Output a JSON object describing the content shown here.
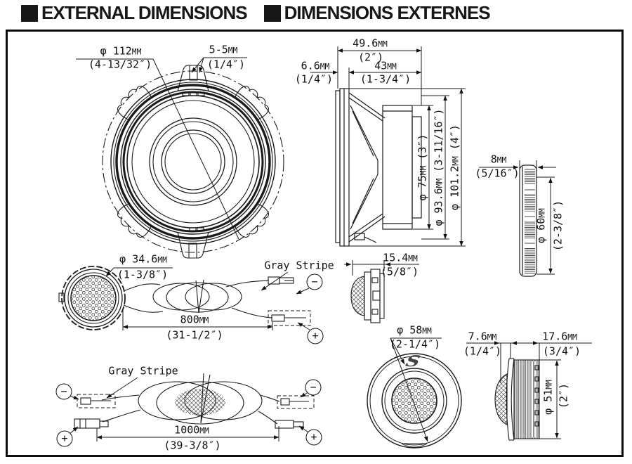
{
  "colors": {
    "line": "#1a1a1a",
    "background": "#ffffff"
  },
  "header": {
    "title_en": "EXTERNAL DIMENSIONS",
    "title_fr": "DIMENSIONS EXTERNES"
  },
  "signs": {
    "minus": "−",
    "plus": "+"
  },
  "woofer_front": {
    "dia_mm": "φ 112MM",
    "dia_in": "(4-13/32″)",
    "slot_mm": "5-5MM",
    "slot_in": "(1/4″)"
  },
  "woofer_side": {
    "total_depth_mm": "49.6MM",
    "total_depth_in": "(2″)",
    "body_depth_mm": "43MM",
    "body_depth_in": "(1-3/4″)",
    "flange_mm": "6.6MM",
    "flange_in": "(1/4″)",
    "magnet_dia": "φ 75MM (3″)",
    "cutout_dia": "φ 93.6MM (3-11/16″)",
    "frame_dia": "φ 101.2MM (4″)"
  },
  "spacer_ring": {
    "thickness_mm": "8MM",
    "thickness_in": "(5/16″)",
    "dia_mm": "φ 60MM",
    "dia_in": "(2-3/8″)"
  },
  "tweeter_assembly": {
    "dia_mm": "φ 34.6MM",
    "dia_in": "(1-3/8″)",
    "gray_stripe": "Gray Stripe",
    "length_mm": "800MM",
    "length_in": "(31-1/2″)"
  },
  "tweeter_side": {
    "depth_mm": "15.4MM",
    "depth_in": "(5/8″)"
  },
  "wire_assembly": {
    "gray_stripe": "Gray Stripe",
    "length_mm": "1000MM",
    "length_in": "(39-3/8″)"
  },
  "tweeter_front": {
    "dia_mm": "φ 58MM",
    "dia_in": "(2-1/4″)",
    "logo": "S"
  },
  "tweeter_flush_side": {
    "front_depth_mm": "7.6MM",
    "front_depth_in": "(1/4″)",
    "body_depth_mm": "17.6MM",
    "body_depth_in": "(3/4″)",
    "dia_mm": "φ 51MM",
    "dia_in": "(2″)"
  }
}
